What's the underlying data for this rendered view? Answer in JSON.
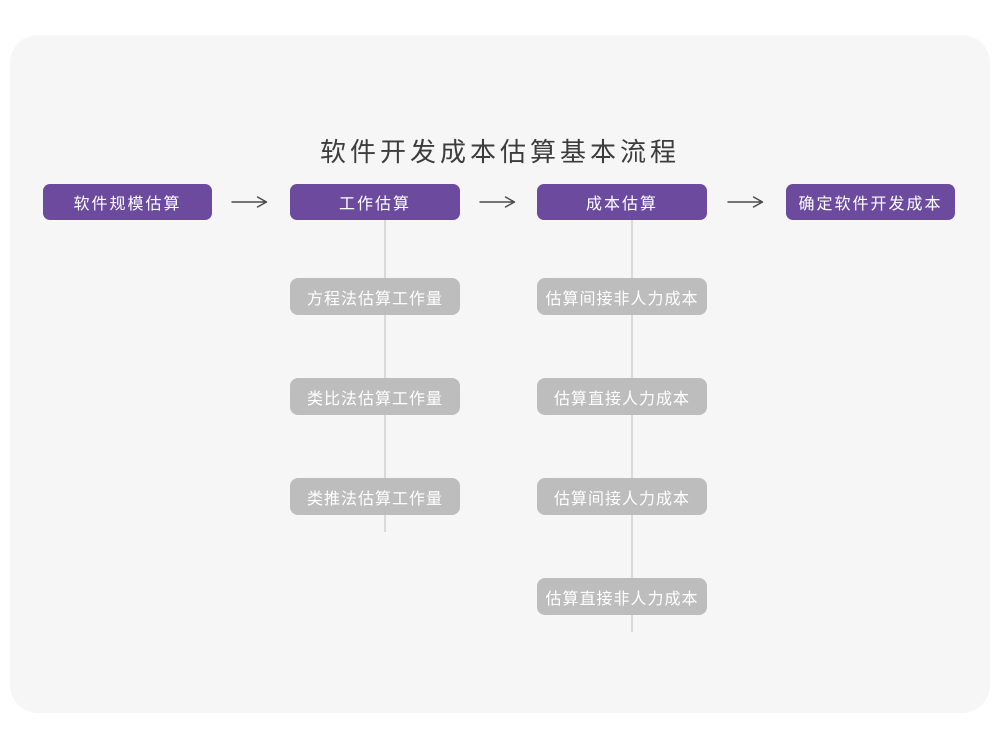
{
  "title": "软件开发成本估算基本流程",
  "stages": [
    {
      "label": "软件规模估算"
    },
    {
      "label": "工作估算"
    },
    {
      "label": "成本估算"
    },
    {
      "label": "确定软件开发成本"
    }
  ],
  "work_estimation_methods": [
    "方程法估算工作量",
    "类比法估算工作量",
    "类推法估算工作量"
  ],
  "cost_estimation_items": [
    "估算间接非人力成本",
    "估算直接人力成本",
    "估算间接人力成本",
    "估算直接非人力成本"
  ],
  "colors": {
    "stage_box": "#6C4B9E",
    "sub_box": "#BDBDBD",
    "connector": "#D9D9D9",
    "arrow": "#4A4A4A",
    "card_background": "#F6F6F7",
    "page_background": "#FFFFFF",
    "title_text": "#3C3C3C",
    "box_text": "#FFFFFF"
  }
}
